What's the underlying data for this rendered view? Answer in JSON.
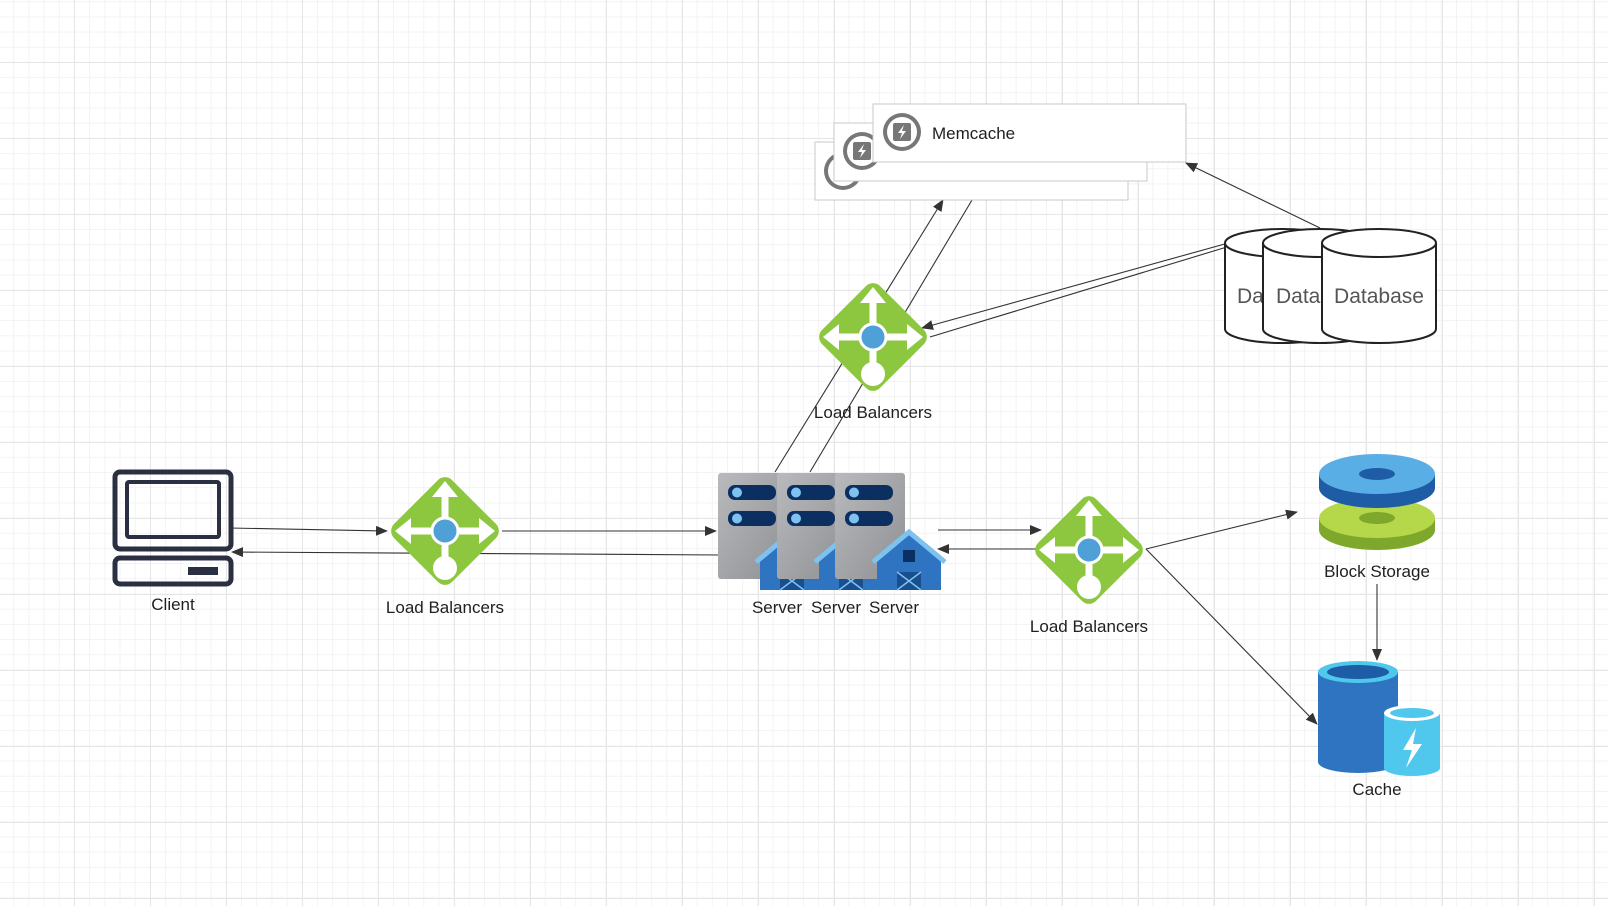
{
  "nodes": {
    "client": {
      "label": "Client"
    },
    "lb_left": {
      "label": "Load Balancers"
    },
    "lb_top": {
      "label": "Load Balancers"
    },
    "lb_right": {
      "label": "Load Balancers"
    },
    "servers": [
      {
        "label": "Server"
      },
      {
        "label": "Server"
      },
      {
        "label": "Server"
      }
    ],
    "memcache": {
      "label": "Memcache"
    },
    "databases": [
      {
        "label": "Da"
      },
      {
        "label": "Data"
      },
      {
        "label": "Database"
      }
    ],
    "block_storage": {
      "label": "Block Storage"
    },
    "cache": {
      "label": "Cache"
    }
  },
  "colors": {
    "lb_green": "#8dc63f",
    "lb_blue": "#50a0d8",
    "server_gray": "#a7a9ac",
    "server_blue": "#2f74c0",
    "storage_top": "#3d8fd4",
    "storage_bottom": "#9bc53d",
    "cache_blue": "#2f74c0",
    "cache_light": "#50c8ee"
  }
}
